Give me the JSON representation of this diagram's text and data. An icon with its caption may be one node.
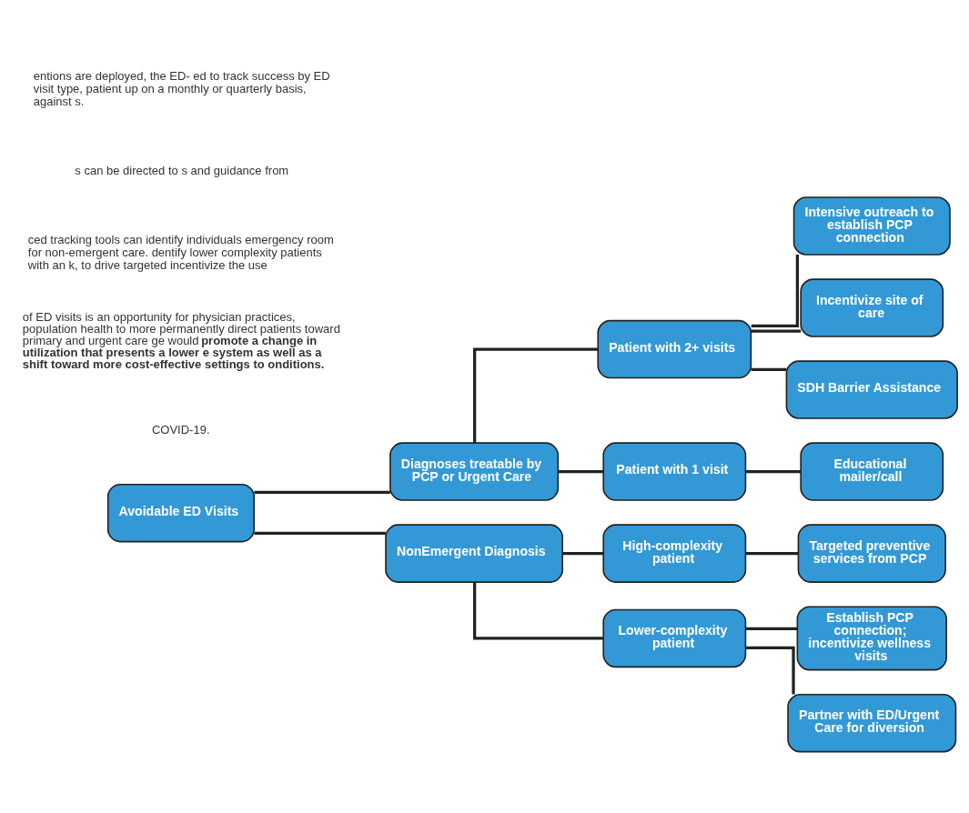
{
  "diagram": {
    "nodes": [
      {
        "text": [
          "Avoidable ED Visits"
        ]
      },
      {
        "text": [
          "Diagnoses treatable by PCP or Urgent Care"
        ]
      },
      {
        "text": [
          "NonEmergent Diagnosis"
        ]
      },
      {
        "text": [
          "Patient with 2+ visits"
        ]
      },
      {
        "text": [
          "Patient with 1 visit"
        ]
      },
      {
        "text": [
          "High-complexity patient"
        ]
      },
      {
        "text": [
          "Lower-complexity patient"
        ]
      },
      {
        "text": [
          "Intensive outreach to establish PCP connection"
        ]
      },
      {
        "text": [
          "Incentivize site of care"
        ]
      },
      {
        "text": [
          "SDH Barrier Assistance"
        ]
      },
      {
        "text": [
          "Educational mailer/call"
        ]
      },
      {
        "text": [
          "Targeted preventive services from PCP"
        ]
      },
      {
        "text": [
          "Establish PCP connection; incentivize wellness visits"
        ]
      },
      {
        "text": [
          "Partner with ED/Urgent Care for diversion"
        ]
      }
    ],
    "edges": [
      {
        "from": 0,
        "to": 1,
        "arrow": "none"
      },
      {
        "from": 0,
        "to": 2,
        "arrow": "none"
      },
      {
        "from": 1,
        "to": 3,
        "arrow": "none"
      },
      {
        "from": 1,
        "to": 4,
        "arrow": "none"
      },
      {
        "from": 2,
        "to": 5,
        "arrow": "none"
      },
      {
        "from": 2,
        "to": 6,
        "arrow": "none"
      },
      {
        "from": 3,
        "to": 7,
        "arrow": "none"
      },
      {
        "from": 3,
        "to": 8,
        "arrow": "none"
      },
      {
        "from": 3,
        "to": 9,
        "arrow": "none"
      },
      {
        "from": 4,
        "to": 10,
        "arrow": "none"
      },
      {
        "from": 5,
        "to": 11,
        "arrow": "none"
      },
      {
        "from": 6,
        "to": 12,
        "arrow": "none"
      },
      {
        "from": 6,
        "to": 13,
        "arrow": "none"
      }
    ],
    "labels": [
      "COVID-19.",
      "of ED visits is an opportunity for physician practices, population health to more permanently direct patients toward primary and urgent care ge would **promote a change in utilization that presents a lower e system as well as a shift toward more cost-effective settings to onditions.**",
      "ced tracking tools can identify individuals emergency room for non-emergent care. dentify lower complexity patients with an k, to drive targeted incentivize the use",
      "s can be directed to s and guidance from",
      "entions are deployed, the ED- ed to track success by ED visit type, patient up on a monthly or quarterly basis, against s."
    ]
  }
}
